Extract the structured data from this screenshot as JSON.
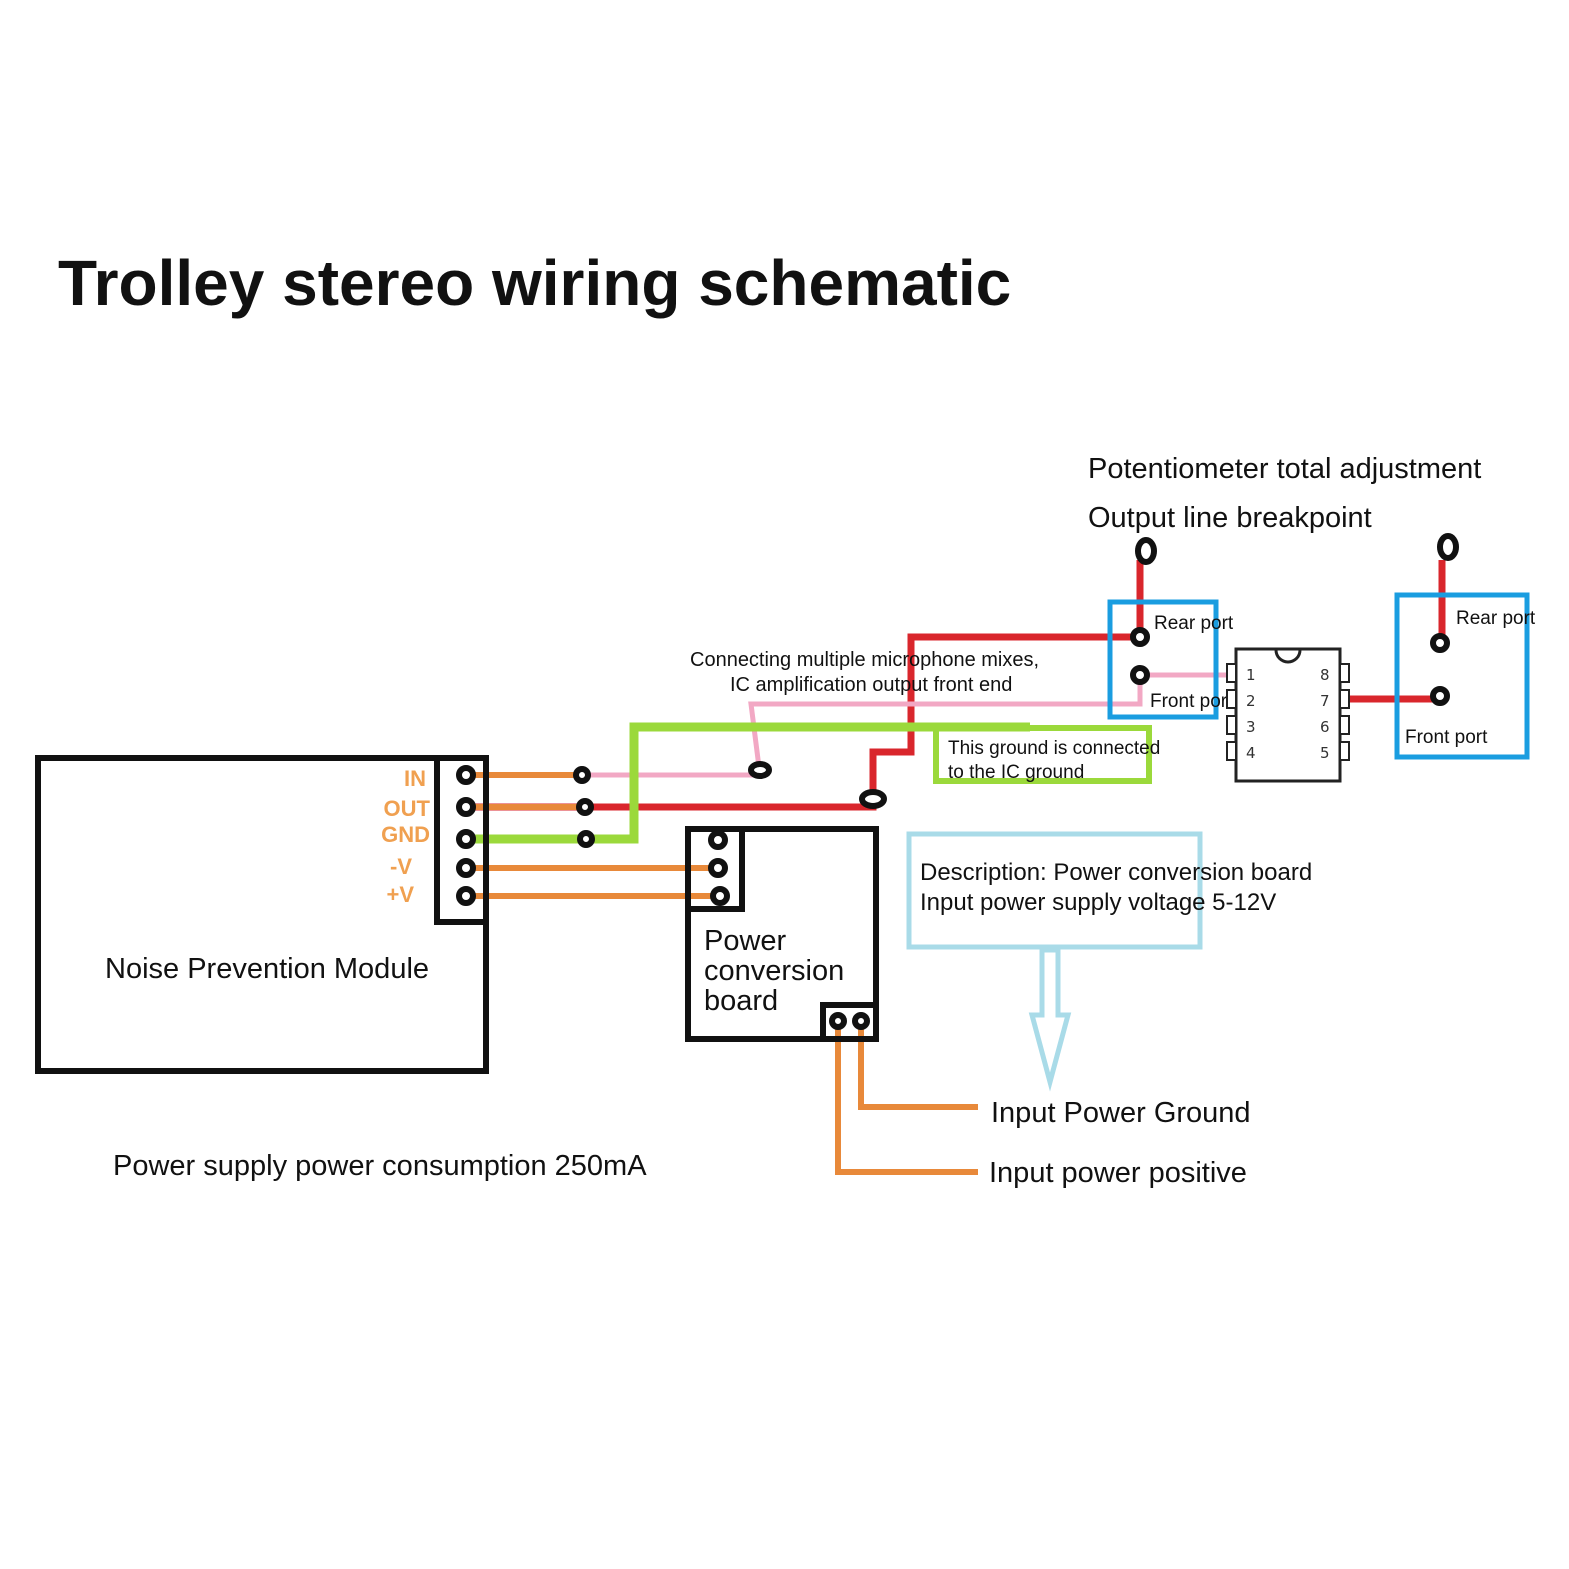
{
  "title": "Trolley stereo wiring schematic",
  "labels": {
    "potentiometer": "Potentiometer total adjustment",
    "breakpoint": "Output line breakpoint",
    "mixes_line1": "Connecting multiple microphone mixes,",
    "mixes_line2": "IC amplification output front end",
    "ground_line1": "This ground is connected",
    "ground_line2": "to the IC ground",
    "description_line1": "Description: Power conversion board",
    "description_line2": "Input power supply voltage 5-12V",
    "input_ground": "Input Power Ground",
    "input_positive": "Input power positive",
    "consumption": "Power supply power consumption 250mA"
  },
  "noise_module": {
    "name": "Noise Prevention Module",
    "pins": [
      "IN",
      "OUT",
      "GND",
      "-V",
      "+V"
    ]
  },
  "power_board": {
    "line1": "Power",
    "line2": "conversion",
    "line3": "board"
  },
  "left_pot": {
    "rear": "Rear port",
    "front": "Front port"
  },
  "right_pot": {
    "rear": "Rear port",
    "front": "Front port"
  },
  "ic": {
    "left_pins": [
      "1",
      "2",
      "3",
      "4"
    ],
    "right_pins": [
      "8",
      "7",
      "6",
      "5"
    ]
  },
  "colors": {
    "orange": "#e8893a",
    "red": "#d9262c",
    "green": "#9bd93b",
    "pink": "#f2a8c4",
    "blue": "#1a9de0",
    "light_blue": "#a9dbe8"
  }
}
